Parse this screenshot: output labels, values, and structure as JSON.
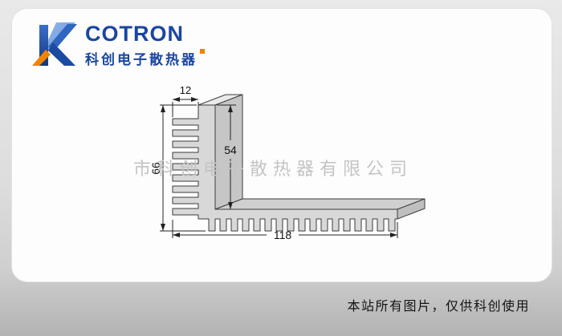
{
  "logo": {
    "brand": "COTRON",
    "subtitle": "科创电子散热器"
  },
  "drawing": {
    "type": "heatsink-extrusion-profile-cross-section",
    "dims": {
      "wall_thickness": "12",
      "inner_height": "54",
      "overall_height": "66",
      "overall_width": "118"
    }
  },
  "watermark": {
    "text": "市科创电子散热器有限公司"
  },
  "footer": {
    "notice": "本站所有图片，仅供科创使用"
  },
  "colors": {
    "brand_blue": "#1a46a0",
    "accent_orange": "#f08300",
    "metal_front": "#d8d8d8",
    "metal_top": "#eaeaea",
    "metal_side": "#c6c6c6",
    "dimension_line": "#222222",
    "watermark_gray": "#c4c4c4"
  }
}
